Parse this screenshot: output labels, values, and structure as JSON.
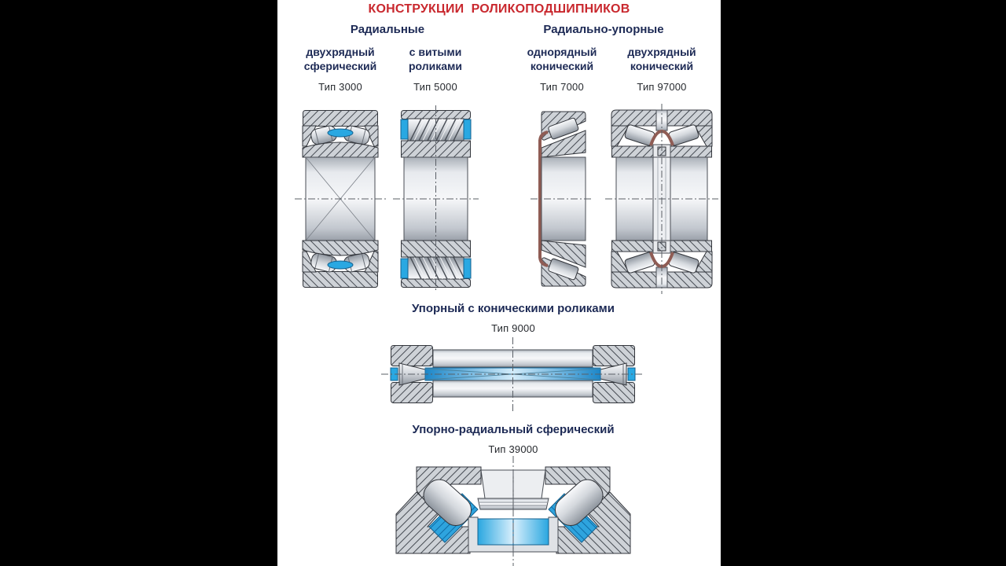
{
  "page": {
    "background": "#000000",
    "panel_background": "#ffffff"
  },
  "title": "КОНСТРУКЦИИ  РОЛИКОПОДШИПНИКОВ",
  "colors": {
    "title_red": "#c9282e",
    "heading_navy": "#1d2a55",
    "type_text": "#26292e",
    "blue_accent": "#29a8e2",
    "cage_brown": "#8f5c54",
    "hatch_gray": "#ced2d7"
  },
  "groups": {
    "radial": {
      "label": "Радиальные"
    },
    "radial_thrust": {
      "label": "Радиально-упорные"
    }
  },
  "bearings": [
    {
      "name_line1": "двухрядный",
      "name_line2": "сферический",
      "type": "Тип 3000"
    },
    {
      "name_line1": "с витыми",
      "name_line2": "роликами",
      "type": "Тип 5000"
    },
    {
      "name_line1": "однорядный",
      "name_line2": "конический",
      "type": "Тип 7000"
    },
    {
      "name_line1": "двухрядный",
      "name_line2": "конический",
      "type": "Тип 97000"
    }
  ],
  "sections": [
    {
      "name": "Упорный с коническими роликами",
      "type": "Тип 9000"
    },
    {
      "name": "Упорно-радиальный сферический",
      "type": "Тип 39000"
    }
  ]
}
